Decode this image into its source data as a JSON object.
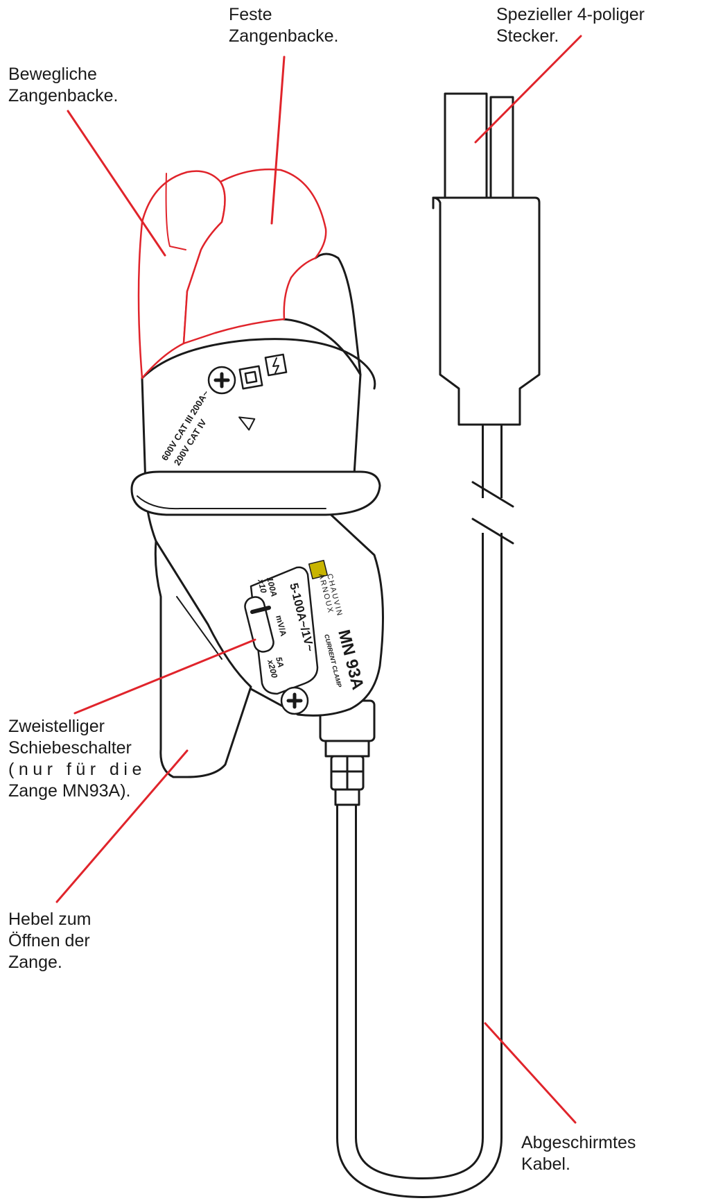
{
  "accent_color": "#e0242b",
  "outline_color": "#1a1a1a",
  "callouts": {
    "fixed_jaw": {
      "line1": "Feste",
      "line2": "Zangenbacke."
    },
    "plug": {
      "line1": "Spezieller 4-poliger",
      "line2": "Stecker."
    },
    "movable_jaw": {
      "line1": "Bewegliche",
      "line2": "Zangenbacke."
    },
    "switch": {
      "line1": "Zweistelliger",
      "line2": "Schiebeschalter",
      "line3": "(nur für die",
      "line4": "Zange MN93A)."
    },
    "lever": {
      "line1": "Hebel zum",
      "line2": "Öffnen der",
      "line3": "Zange."
    },
    "cable": {
      "line1": "Abgeschirmtes",
      "line2": "Kabel."
    }
  },
  "device": {
    "rating_line1": "600V CAT III   200A~",
    "rating_line2": "200V CAT IV",
    "brand_line1": "CHAUVIN",
    "brand_line2": "ARNOUX",
    "range_text": "5-100A~/1V~",
    "switch_pos_high": "100A",
    "switch_pos_high_factor": "x10",
    "switch_unit": "mV/A",
    "switch_pos_low": "5A",
    "switch_pos_low_factor": "x200",
    "model": "MN 93A",
    "subtitle": "CURRENT CLAMP"
  }
}
